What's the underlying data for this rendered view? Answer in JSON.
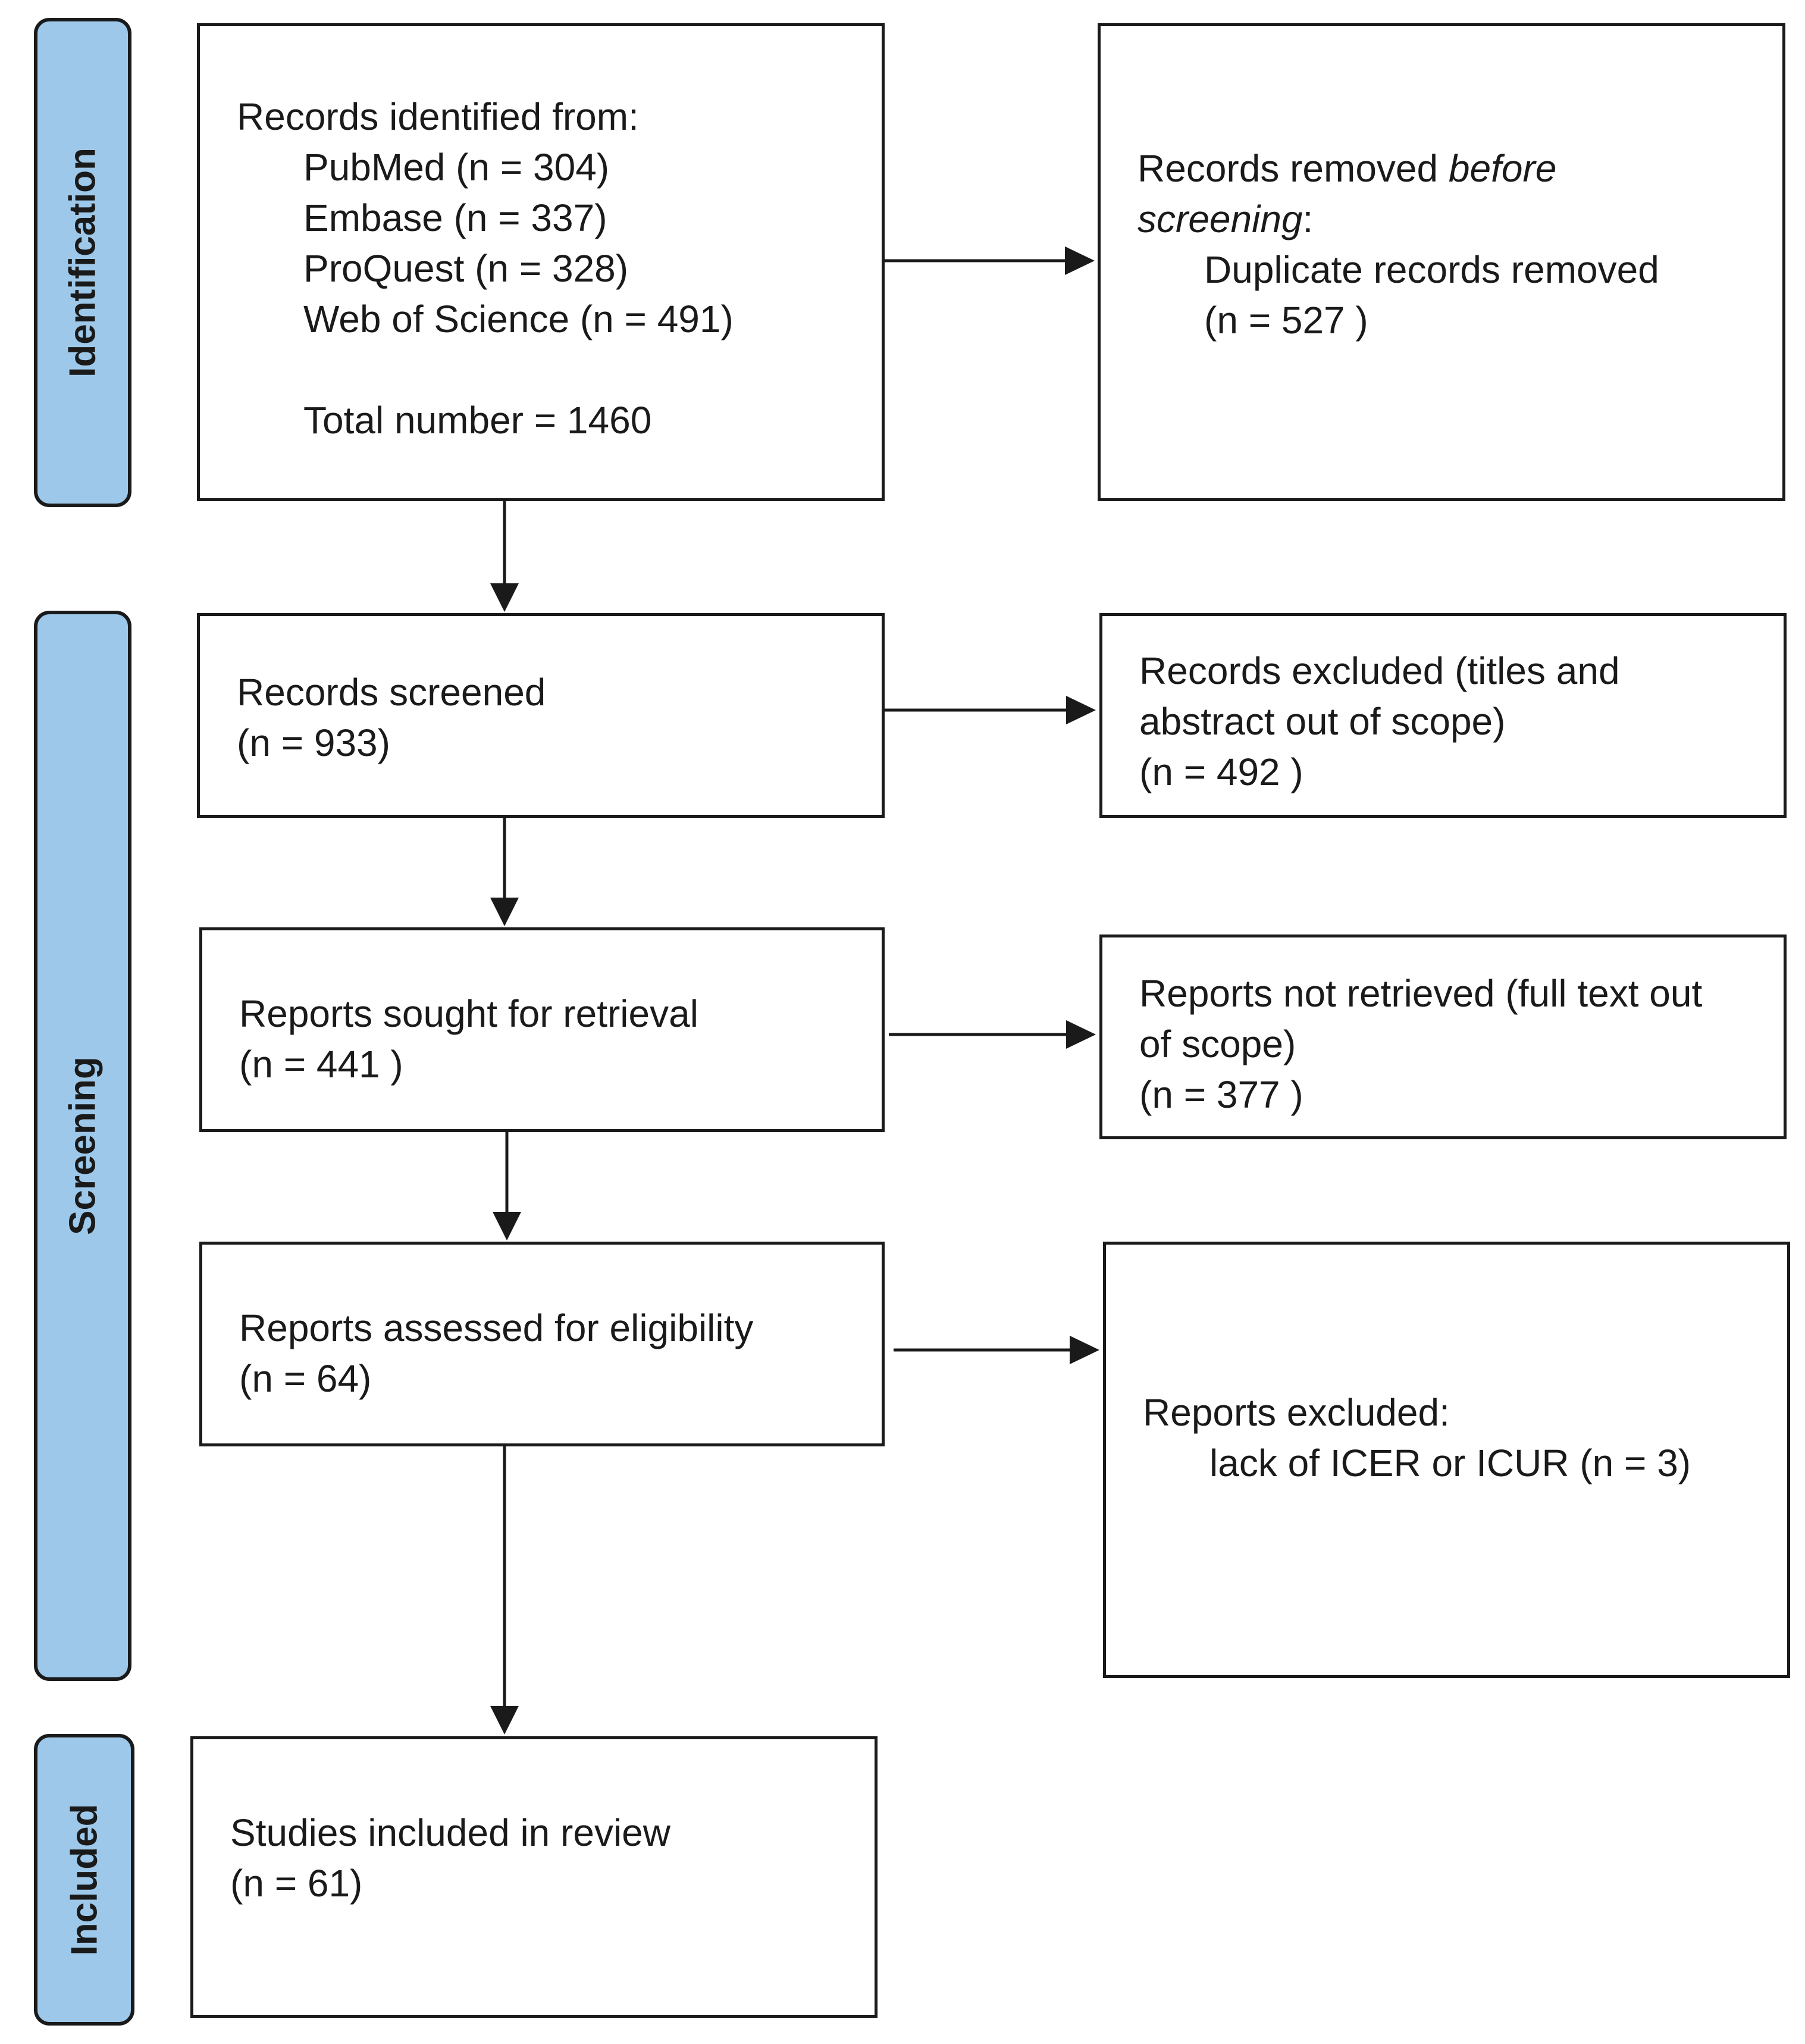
{
  "phases": {
    "identification": "Identification",
    "screening": "Screening",
    "included": "Included"
  },
  "identified": {
    "heading": "Records identified from:",
    "sources": [
      "PubMed (n = 304)",
      "Embase (n = 337)",
      "ProQuest (n = 328)",
      "Web of Science (n = 491)"
    ],
    "total": "Total number = 1460"
  },
  "removed": {
    "heading_prefix": "Records removed ",
    "heading_italic_1": "before",
    "heading_italic_2": "screening",
    "heading_suffix": ":",
    "reason": "Duplicate records removed",
    "count": "(n = 527 )"
  },
  "screened": {
    "label": "Records screened",
    "count": "(n = 933)"
  },
  "excluded_titles": {
    "line1": "Records excluded (titles and",
    "line2": "abstract out of scope)",
    "count": "(n = 492 )"
  },
  "sought": {
    "label": "Reports sought for retrieval",
    "count": "(n = 441 )"
  },
  "not_retrieved": {
    "line1": "Reports not retrieved (full text out",
    "line2": "of scope)",
    "count": "(n = 377 )"
  },
  "assessed": {
    "label": "Reports assessed for eligibility",
    "count": "(n = 64)"
  },
  "reports_excluded": {
    "heading": "Reports excluded:",
    "reason": "lack of ICER or ICUR (n = 3)"
  },
  "included_studies": {
    "label": "Studies included in review",
    "count": "(n = 61)"
  }
}
